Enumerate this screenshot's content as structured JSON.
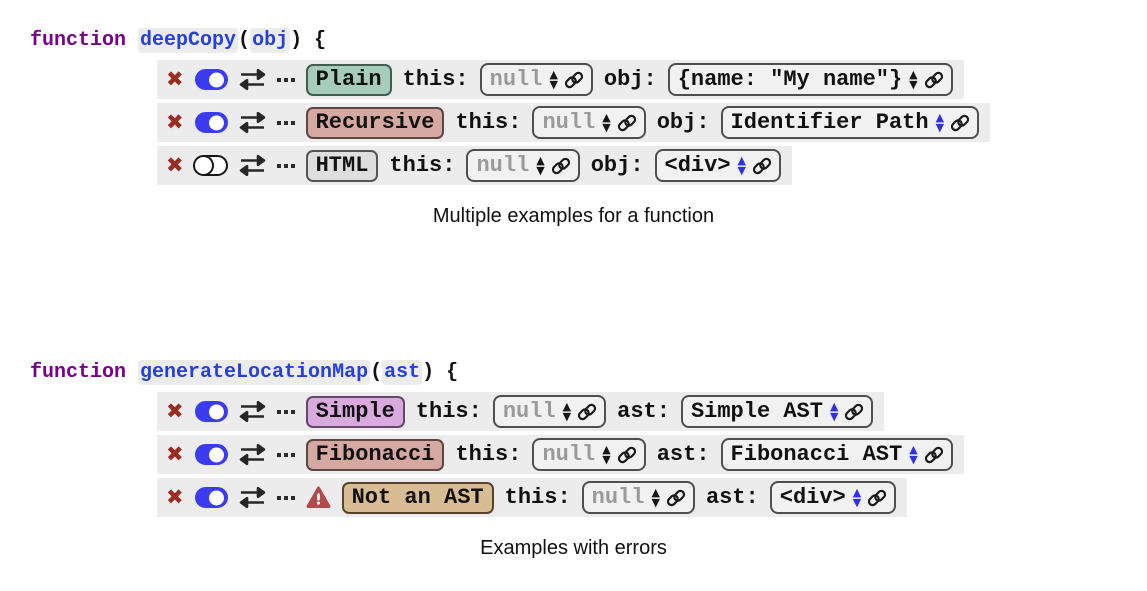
{
  "colors": {
    "keyword_purple": "#770088",
    "identifier_blue": "#2640df",
    "panel_gray": "#ececec",
    "delete_red": "#9c2b21",
    "toggle_on_blue": "#3b3bf2",
    "warning_red": "#b04c4c",
    "null_gray": "#9a9a9a",
    "blue_stepper": "#3030e8"
  },
  "icons": {
    "delete": "✖",
    "stepper_up": "▲",
    "stepper_down": "▼"
  },
  "blocks": [
    {
      "code": {
        "keyword": "function",
        "name": "deepCopy",
        "open_paren": "(",
        "param": "obj",
        "close": ") {"
      },
      "caption": "Multiple examples for a function",
      "examples": [
        {
          "enabled": true,
          "has_error": false,
          "badge": {
            "label": "Plain",
            "bg": "#a6cdbb",
            "border": "#445c52"
          },
          "fields": [
            {
              "label": "this:",
              "value": "null",
              "is_null": true,
              "stepper_blue": false
            },
            {
              "label": "obj:",
              "value": "{name: \"My name\"}",
              "is_null": false,
              "stepper_blue": false
            }
          ]
        },
        {
          "enabled": true,
          "has_error": false,
          "badge": {
            "label": "Recursive",
            "bg": "#d5a8a1",
            "border": "#5c4742"
          },
          "fields": [
            {
              "label": "this:",
              "value": "null",
              "is_null": true,
              "stepper_blue": false
            },
            {
              "label": "obj:",
              "value": "Identifier Path",
              "is_null": false,
              "stepper_blue": true
            }
          ]
        },
        {
          "enabled": false,
          "has_error": false,
          "badge": {
            "label": "HTML",
            "bg": "#dedede",
            "border": "#555555"
          },
          "fields": [
            {
              "label": "this:",
              "value": "null",
              "is_null": true,
              "stepper_blue": false
            },
            {
              "label": "obj:",
              "value": "<div>",
              "is_null": false,
              "stepper_blue": true
            }
          ]
        }
      ]
    },
    {
      "code": {
        "keyword": "function",
        "name": "generateLocationMap",
        "open_paren": "(",
        "param": "ast",
        "close": ") {"
      },
      "caption": "Examples with errors",
      "examples": [
        {
          "enabled": true,
          "has_error": false,
          "badge": {
            "label": "Simple",
            "bg": "#d9aade",
            "border": "#64486a"
          },
          "fields": [
            {
              "label": "this:",
              "value": "null",
              "is_null": true,
              "stepper_blue": false
            },
            {
              "label": "ast:",
              "value": "Simple AST",
              "is_null": false,
              "stepper_blue": true
            }
          ]
        },
        {
          "enabled": true,
          "has_error": false,
          "badge": {
            "label": "Fibonacci",
            "bg": "#d5a8a1",
            "border": "#5c4742"
          },
          "fields": [
            {
              "label": "this:",
              "value": "null",
              "is_null": true,
              "stepper_blue": false
            },
            {
              "label": "ast:",
              "value": "Fibonacci AST",
              "is_null": false,
              "stepper_blue": true
            }
          ]
        },
        {
          "enabled": true,
          "has_error": true,
          "badge": {
            "label": "Not an AST",
            "bg": "#d8bd94",
            "border": "#57432c"
          },
          "fields": [
            {
              "label": "this:",
              "value": "null",
              "is_null": true,
              "stepper_blue": false
            },
            {
              "label": "ast:",
              "value": "<div>",
              "is_null": false,
              "stepper_blue": true
            }
          ]
        }
      ]
    }
  ]
}
